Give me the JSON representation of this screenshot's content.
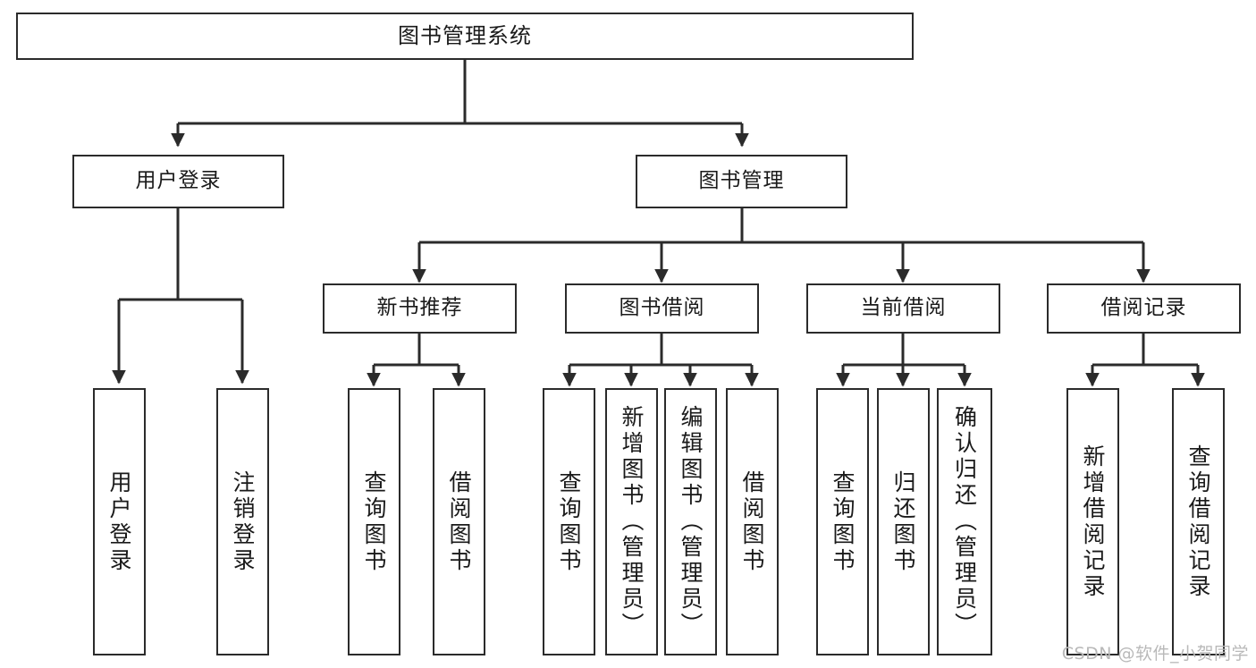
{
  "diagram": {
    "type": "tree",
    "title_node": "图书管理系统",
    "colors": {
      "border": "#2b2b2b",
      "background": "#ffffff",
      "text": "#1a1a1a",
      "watermark": "#b9b9b9"
    },
    "nodes": {
      "root": {
        "label": "图书管理系统",
        "level": 0
      },
      "user_login": {
        "label": "用户登录",
        "level": 1
      },
      "book_mgmt": {
        "label": "图书管理",
        "level": 1
      },
      "new_book_rec": {
        "label": "新书推荐",
        "level": 2
      },
      "book_borrow": {
        "label": "图书借阅",
        "level": 2
      },
      "current_borrow": {
        "label": "当前借阅",
        "level": 2
      },
      "borrow_record": {
        "label": "借阅记录",
        "level": 2
      }
    },
    "leaves": {
      "user_login_children": [
        {
          "label": "用户登录"
        },
        {
          "label": "注销登录"
        }
      ],
      "new_book_rec_children": [
        {
          "label": "查询图书"
        },
        {
          "label": "借阅图书"
        }
      ],
      "book_borrow_children": [
        {
          "label": "查询图书"
        },
        {
          "label": "新增图书（管理员）"
        },
        {
          "label": "编辑图书（管理员）"
        },
        {
          "label": "借阅图书"
        }
      ],
      "current_borrow_children": [
        {
          "label": "查询图书"
        },
        {
          "label": "归还图书"
        },
        {
          "label": "确认归还（管理员）"
        }
      ],
      "borrow_record_children": [
        {
          "label": "新增借阅记录"
        },
        {
          "label": "查询借阅记录"
        }
      ]
    }
  },
  "watermark": {
    "text": "CSDN @软件_小贺同学"
  }
}
